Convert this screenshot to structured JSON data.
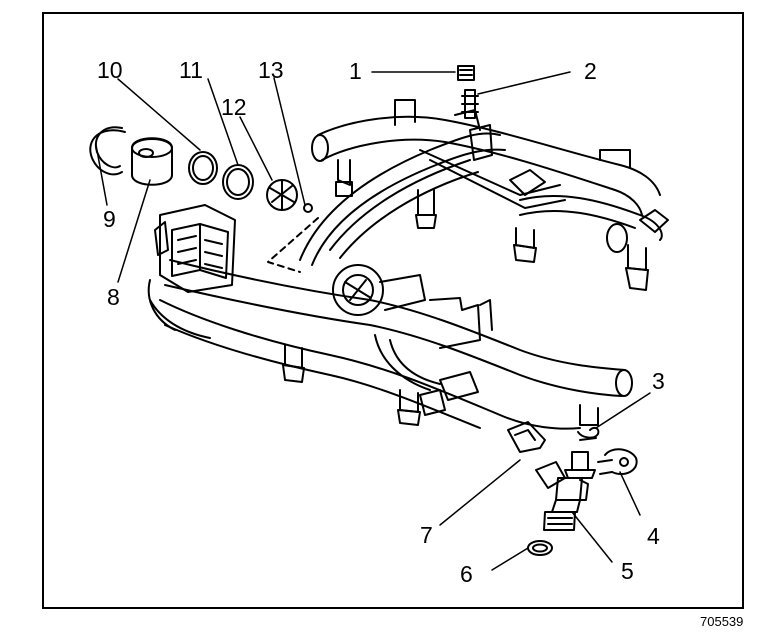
{
  "figure": {
    "id": "705539",
    "callouts": [
      "1",
      "2",
      "3",
      "4",
      "5",
      "6",
      "7",
      "8",
      "9",
      "10",
      "11",
      "12",
      "13"
    ]
  },
  "colors": {
    "line": "#000000",
    "background": "#ffffff"
  }
}
